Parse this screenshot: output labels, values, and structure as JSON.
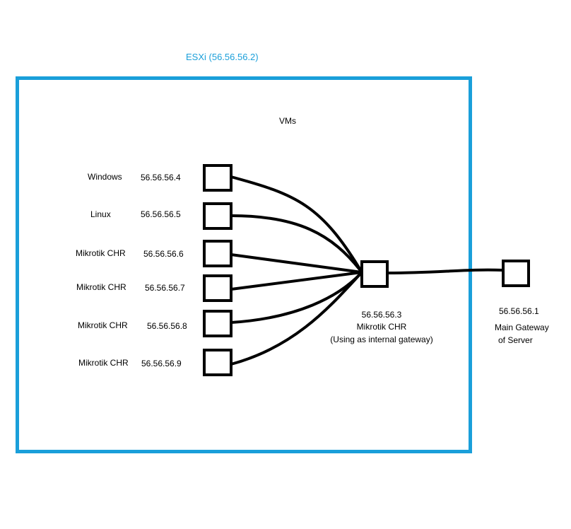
{
  "esxi": {
    "label": "ESXi (56.56.56.2)",
    "vms_label": "VMs",
    "border_color": "#1a9fda"
  },
  "vms": [
    {
      "name": "Windows",
      "ip": "56.56.56.4"
    },
    {
      "name": "Linux",
      "ip": "56.56.56.5"
    },
    {
      "name": "Mikrotik CHR",
      "ip": "56.56.56.6"
    },
    {
      "name": "Mikrotik CHR",
      "ip": "56.56.56.7"
    },
    {
      "name": "Mikrotik CHR",
      "ip": "56.56.56.8"
    },
    {
      "name": "Mikrotik CHR",
      "ip": "56.56.56.9"
    }
  ],
  "internal_gateway": {
    "ip": "56.56.56.3",
    "name": "Mikrotik CHR",
    "note": "(Using as internal gateway)"
  },
  "main_gateway": {
    "ip": "56.56.56.1",
    "line1": "Main Gateway",
    "line2": "of Server"
  }
}
